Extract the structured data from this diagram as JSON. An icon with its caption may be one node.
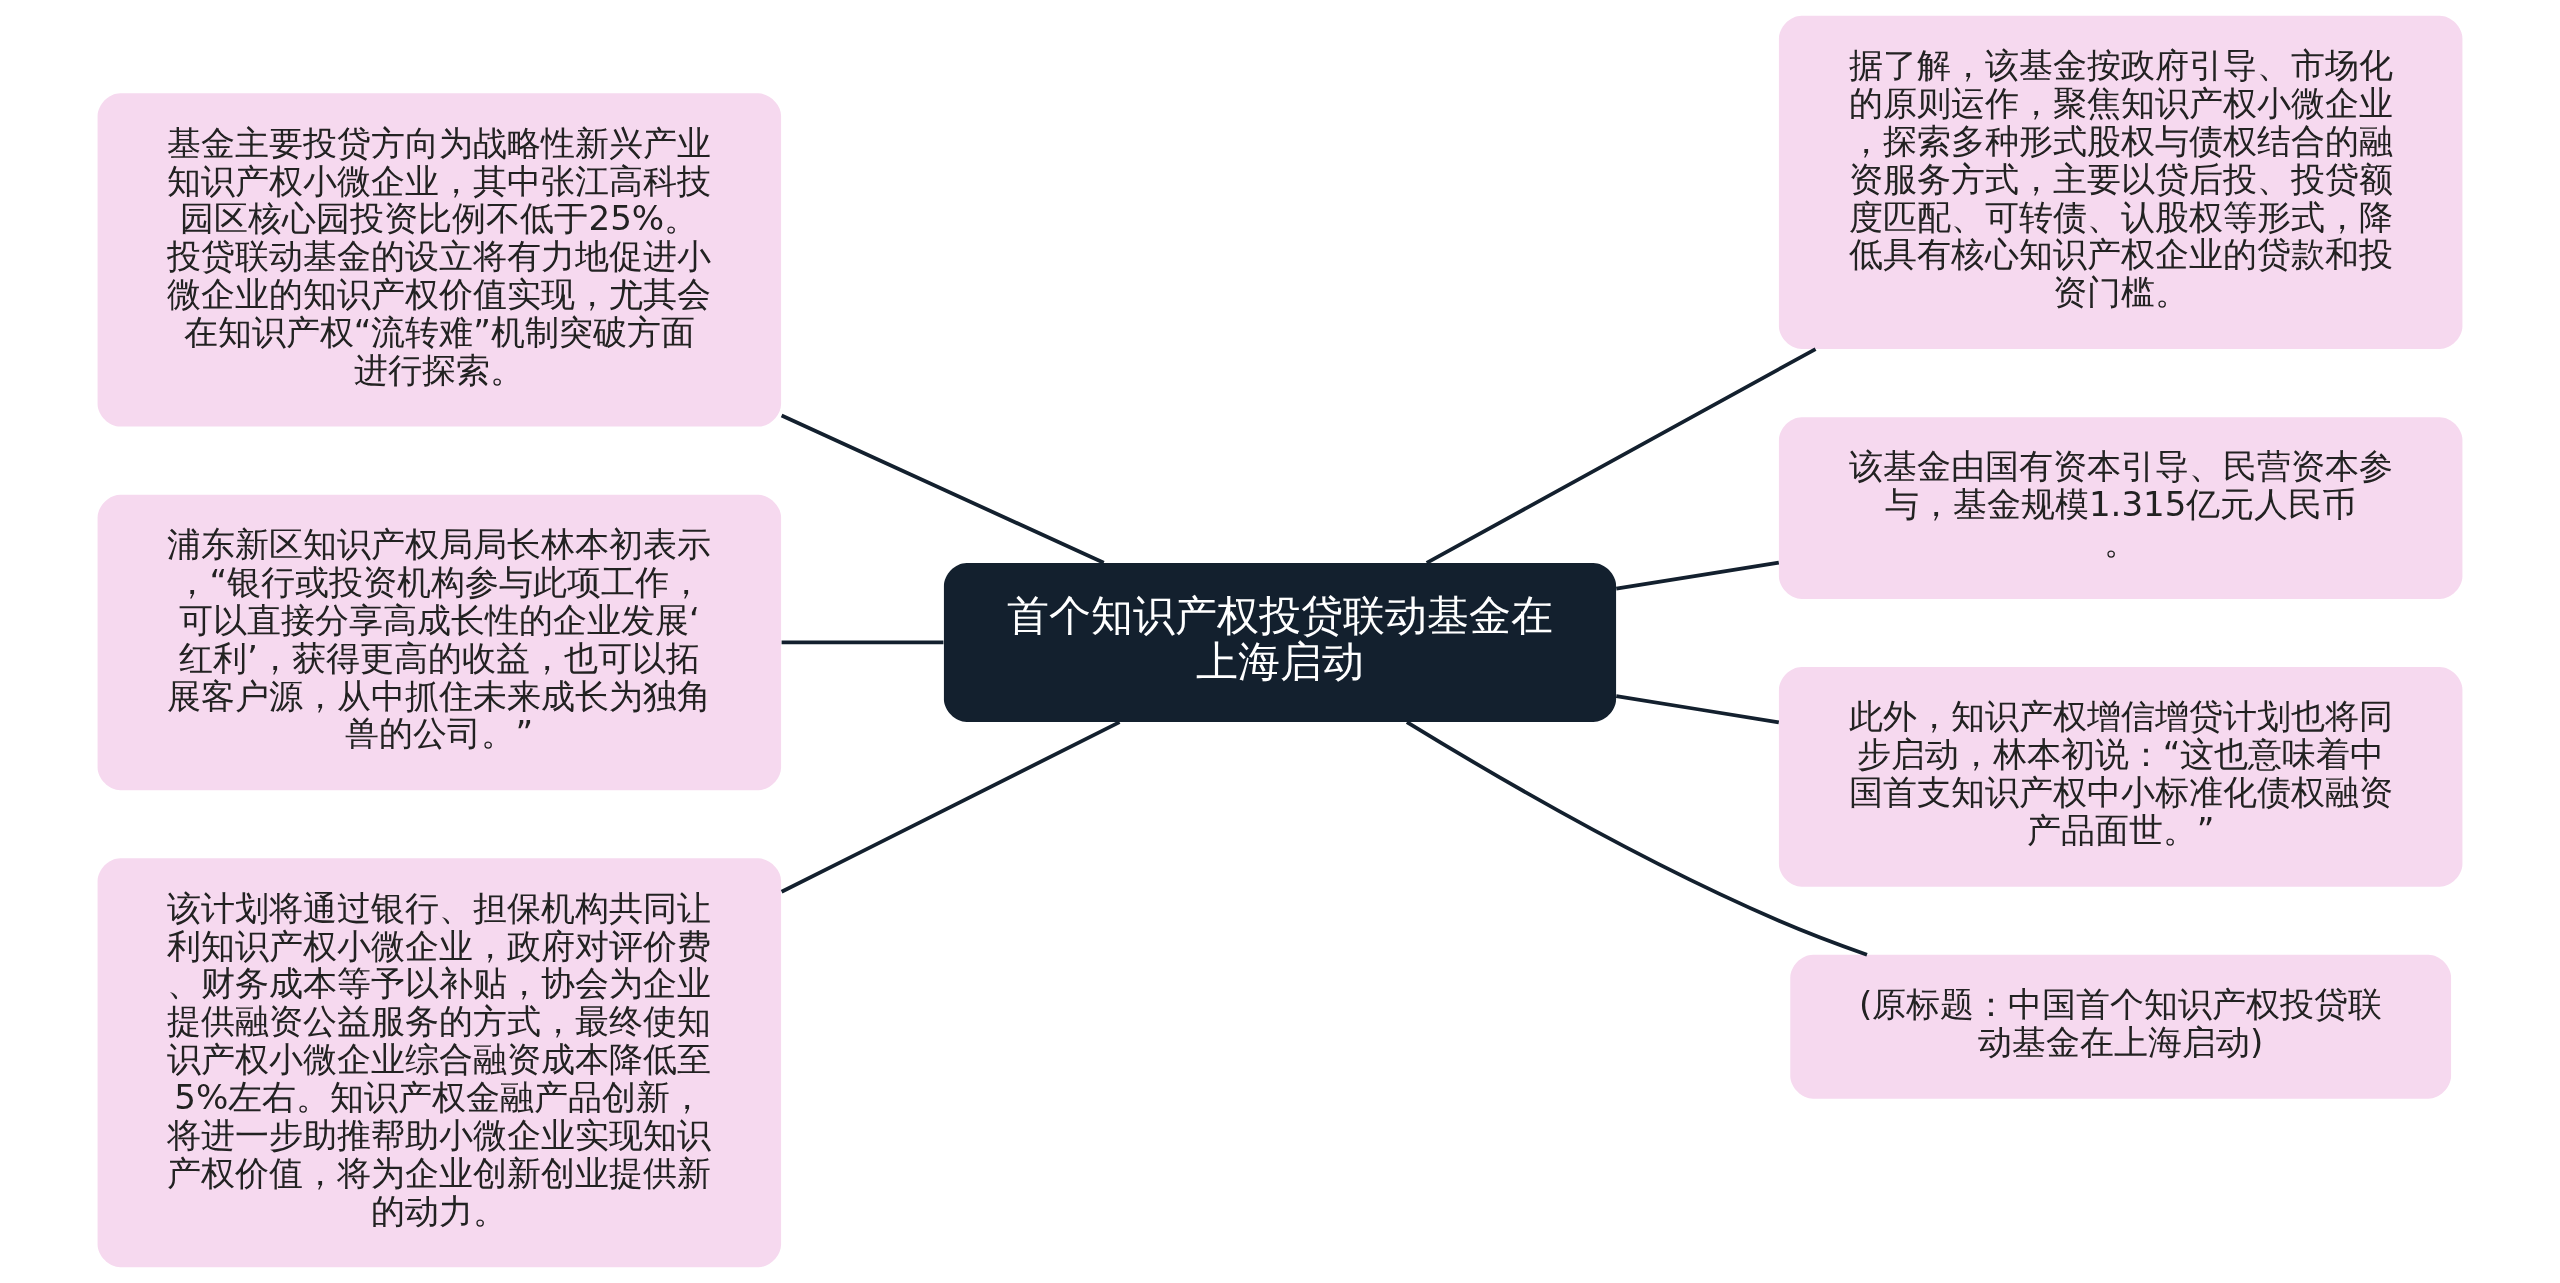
{
  "diagram": {
    "nodes": [
      {
        "text": [
          "首个知识产权投贷联动基金在上海启动"
        ]
      },
      {
        "text": [
          "基金主要投贷方向为战略性新兴产业知识产权小微企业，其中张江高科技园区核心园投资比例不低于25%。投贷联动基金的设立将有力地促进小微企业的知识产权价值实现，尤其会在知识产权“流转难”机制突破方面进行探索。"
        ]
      },
      {
        "text": [
          "浦东新区知识产权局局长林本初表示，“银行或投资机构参与此项工作，可以直接分享高成长性的企业发展‘红利’，获得更高的收益，也可以拓展客户源，从中抓住未来成长为独角兽的公司。”"
        ]
      },
      {
        "text": [
          "该计划将通过银行、担保机构共同让利知识产权小微企业，政府对评价费、财务成本等予以补贴，协会为企业提供融资公益服务的方式，最终使知识产权小微企业综合融资成本降低至5%左右。知识产权金融产品创新，将进一步助推帮助小微企业实现知识产权价值，将为企业创新创业提供新的动力。"
        ]
      },
      {
        "text": [
          "据了解，该基金按政府引导、市场化的原则运作，聚焦知识产权小微企业，探索多种形式股权与债权结合的融资服务方式，主要以贷后投、投贷额度匹配、可转债、认股权等形式，降低具有核心知识产权企业的贷款和投资门槛。"
        ]
      },
      {
        "text": [
          "该基金由国有资本引导、民营资本参与，基金规模1.315亿元人民币。"
        ]
      },
      {
        "text": [
          "此外，知识产权增信增贷计划也将同步启动，林本初说：“这也意味着中国首支知识产权中小标准化债权融资产品面世。”"
        ]
      },
      {
        "text": [
          "(原标题：中国首个知识产权投贷联动基金在上海启动)"
        ]
      }
    ],
    "edges": [
      {
        "from": 0,
        "to": 1,
        "arrow": "none"
      },
      {
        "from": 0,
        "to": 2,
        "arrow": "none"
      },
      {
        "from": 0,
        "to": 3,
        "arrow": "none"
      },
      {
        "from": 0,
        "to": 4,
        "arrow": "none"
      },
      {
        "from": 0,
        "to": 5,
        "arrow": "none"
      },
      {
        "from": 0,
        "to": 6,
        "arrow": "none"
      },
      {
        "from": 0,
        "to": 7,
        "arrow": "none"
      }
    ]
  }
}
